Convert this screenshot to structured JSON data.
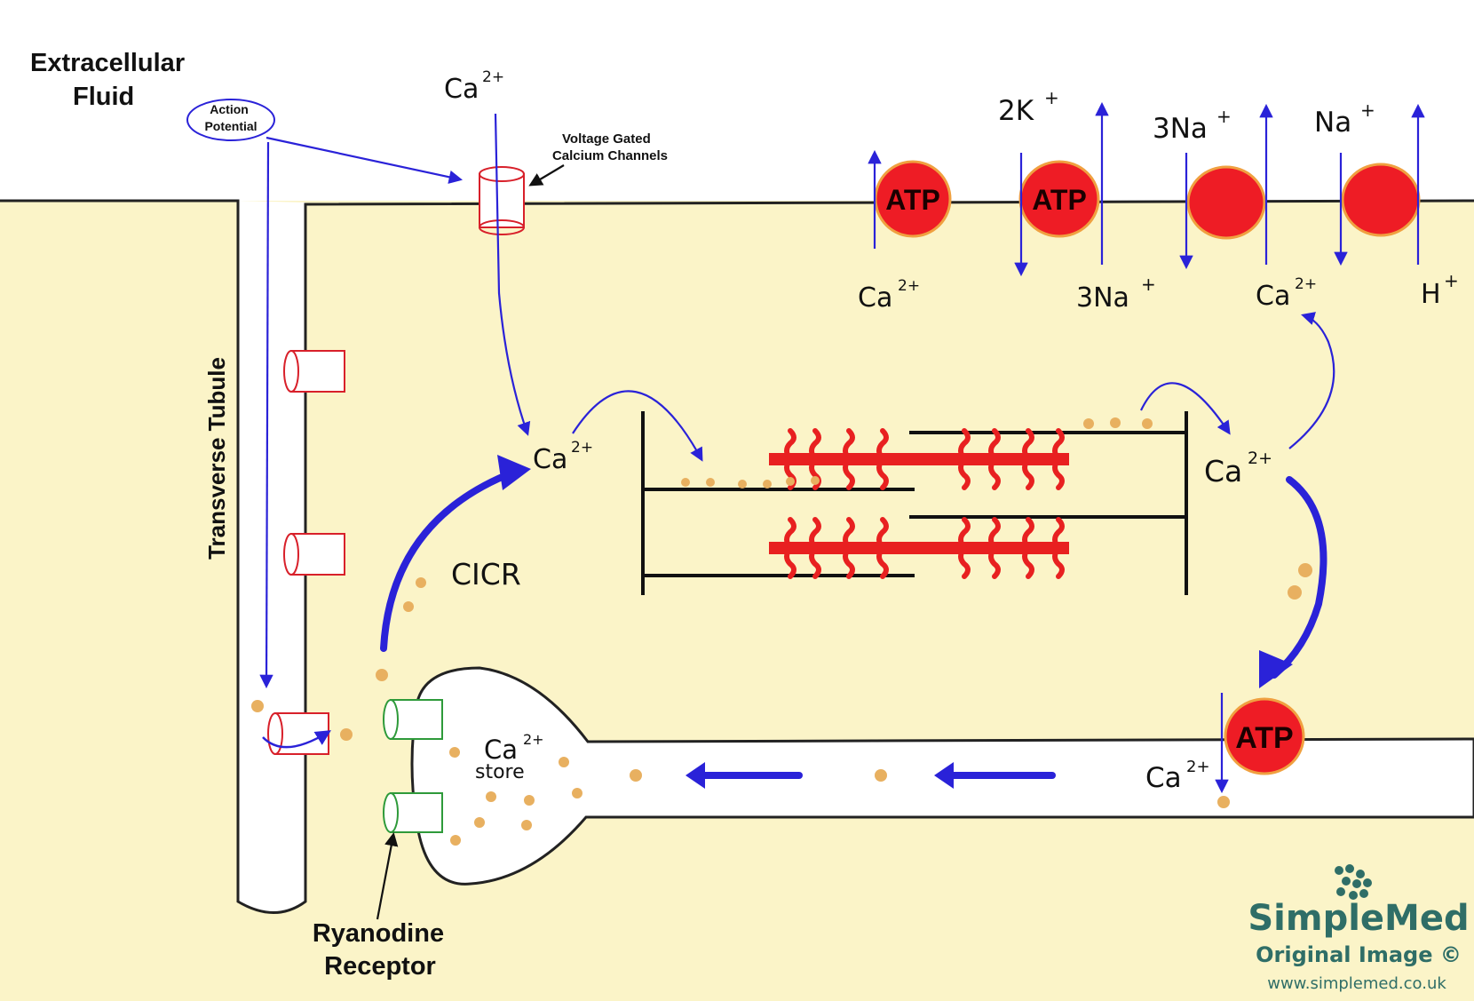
{
  "labels": {
    "extracellular_line1": "Extracellular",
    "extracellular_line2": "Fluid",
    "action_potential_line1": "Action",
    "action_potential_line2": "Potential",
    "vgcc_line1": "Voltage Gated",
    "vgcc_line2": "Calcium Channels",
    "transverse_tubule": "Transverse Tubule",
    "cicr": "CICR",
    "ryanodine_line1": "Ryanodine",
    "ryanodine_line2": "Receptor",
    "ca_store_line2": "store"
  },
  "ions": {
    "ca_base": "Ca",
    "ca_sup": "2+",
    "k_base": "2K",
    "na3_base": "3Na",
    "na_base": "Na",
    "h_base": "H",
    "plus": "+"
  },
  "atp_label": "ATP",
  "colors": {
    "cytoplasm": "#fbf4c8",
    "membrane": "#222222",
    "channel_red": "#d8202a",
    "ryanodine_green": "#2e9a3a",
    "arrow_blue": "#2a22d8",
    "pump_red": "#ee1c25",
    "pump_rim": "#f0a040",
    "calcium_dot": "#e8b060",
    "myosin_red": "#e82020"
  },
  "watermark": {
    "brand": "SimpleMed",
    "subtitle": "Original Image ©",
    "url": "www.simplemed.co.uk",
    "logo_icon": "molecule-icon"
  }
}
